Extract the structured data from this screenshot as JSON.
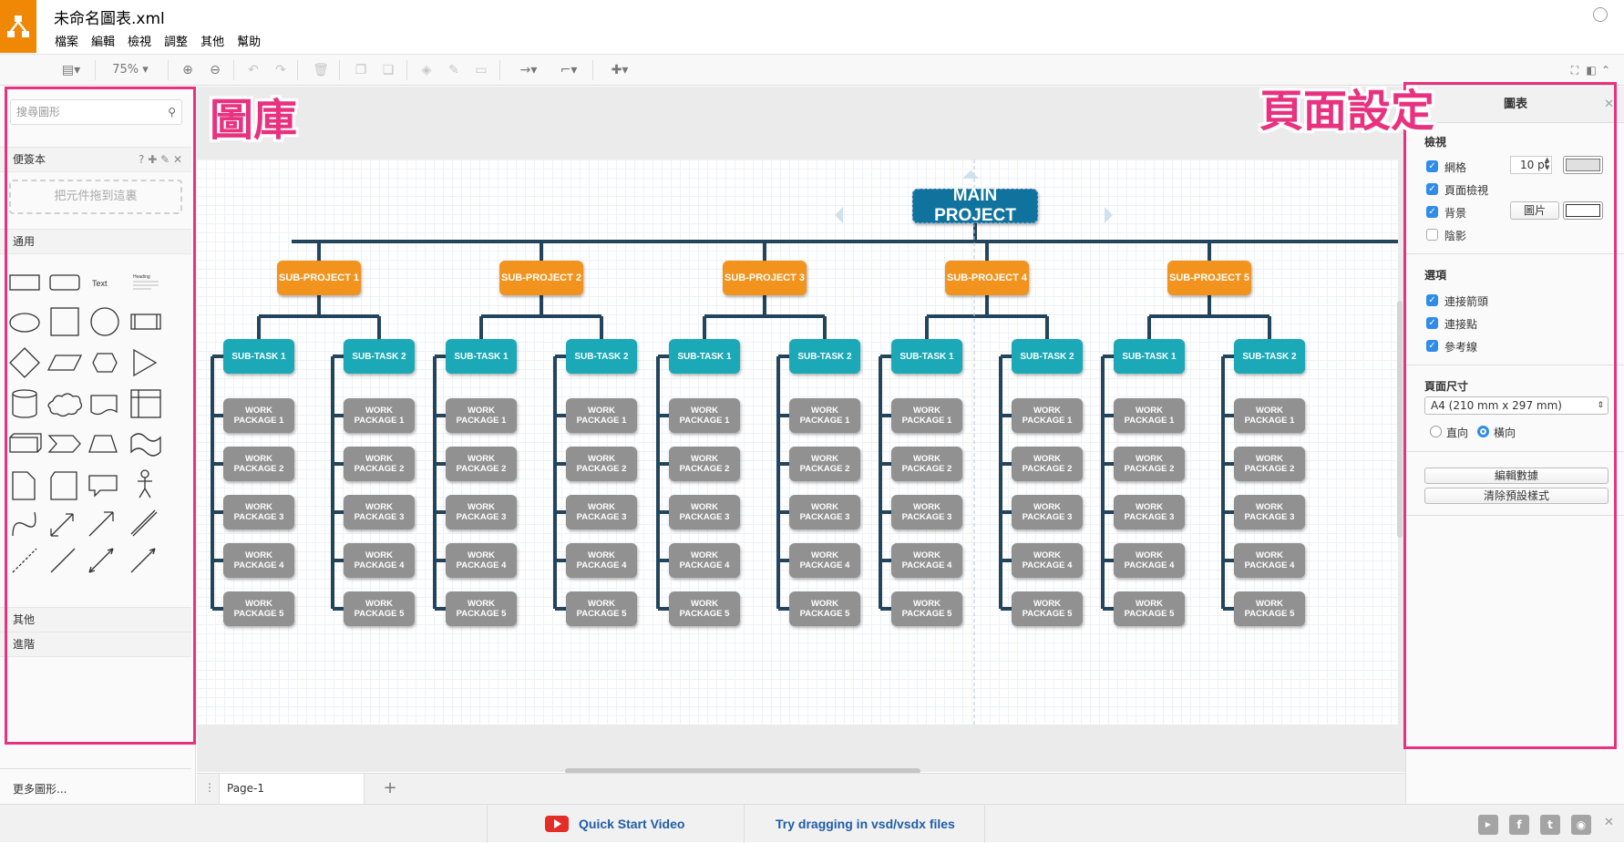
{
  "app": {
    "filename": "未命名圖表.xml",
    "menu": [
      "檔案",
      "編輯",
      "檢視",
      "調整",
      "其他",
      "幫助"
    ]
  },
  "toolbar": {
    "zoom": "75%"
  },
  "sidebar": {
    "search_placeholder": "搜尋圖形",
    "scratchpad": "便簽本",
    "scratchpad_icons": "? ✚ ✎ ✕",
    "dropzone": "把元件拖到這裏",
    "general": "通用",
    "shape_text": "Text",
    "shape_heading": "Heading",
    "other": "其他",
    "advanced": "進階",
    "more_shapes": "更多圖形..."
  },
  "annotations": {
    "library": "圖庫",
    "page_setup": "頁面設定"
  },
  "diagram": {
    "main": "MAIN PROJECT",
    "subprojects": [
      "SUB-PROJECT 1",
      "SUB-PROJECT 2",
      "SUB-PROJECT 3",
      "SUB-PROJECT 4",
      "SUB-PROJECT 5"
    ],
    "task_left": "SUB-TASK 1",
    "task_right": "SUB-TASK 2",
    "task_partial": "SU",
    "packages": [
      "WORK\nPACKAGE 1",
      "WORK\nPACKAGE 2",
      "WORK\nPACKAGE 3",
      "WORK\nPACKAGE 4",
      "WORK\nPACKAGE 5"
    ],
    "package_partial": "PA"
  },
  "pages": {
    "current": "Page-1"
  },
  "format_panel": {
    "title": "圖表",
    "view_section": "檢視",
    "grid": "網格",
    "grid_size": "10 pt",
    "page_view": "頁面檢視",
    "background": "背景",
    "image_button": "圖片",
    "shadow": "陰影",
    "options_section": "選項",
    "connection_arrows": "連接箭頭",
    "connection_points": "連接點",
    "guides": "參考線",
    "paper_size_section": "頁面尺寸",
    "paper_size": "A4 (210 mm x 297 mm)",
    "portrait": "直向",
    "landscape": "橫向",
    "edit_data": "編輯數據",
    "clear_default_style": "清除預設樣式"
  },
  "footer": {
    "quick_start": "Quick Start Video",
    "try_drag": "Try dragging in vsd/vsdx files"
  },
  "colors": {
    "main": "#10739e",
    "sub": "#f2931e",
    "task": "#1ba9b7",
    "package": "#919191",
    "connector": "#23445d",
    "annotation": "#e8327f",
    "logo": "#f08705"
  }
}
